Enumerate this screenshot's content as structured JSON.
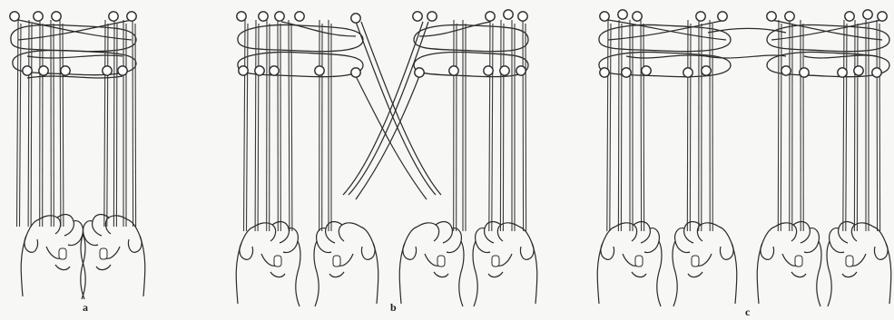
{
  "figure": {
    "panels": [
      {
        "id": "a",
        "label": "a"
      },
      {
        "id": "b",
        "label": "b"
      },
      {
        "id": "c",
        "label": "c"
      }
    ]
  },
  "colors": {
    "ink": "#2a2a2a",
    "string": "#3a3a3a",
    "paper": "#f7f7f5"
  }
}
